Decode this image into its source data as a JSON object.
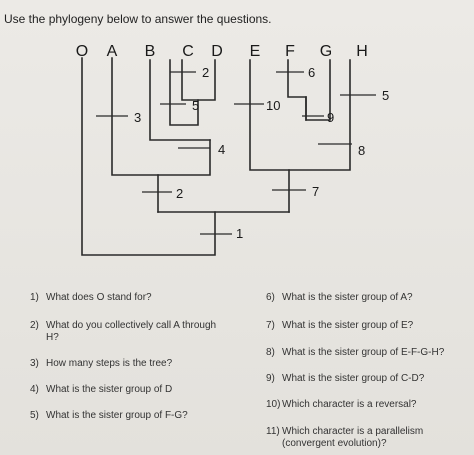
{
  "instruction": "Use the phylogeny below to answer the questions.",
  "taxa": [
    "O",
    "A",
    "B",
    "C",
    "D",
    "E",
    "F",
    "G",
    "H"
  ],
  "characters": [
    "1",
    "2",
    "3",
    "4",
    "5",
    "2",
    "6",
    "10",
    "9",
    "5",
    "8",
    "7"
  ],
  "questions_left": [
    {
      "num": "1)",
      "text": "What does O stand for?"
    },
    {
      "num": "2)",
      "text": "What do you collectively call A through",
      "cont": "H?"
    },
    {
      "num": "3)",
      "text": "How many steps is the tree?"
    },
    {
      "num": "4)",
      "text": "What is the sister group of D"
    },
    {
      "num": "5)",
      "text": "What is the sister group of F-G?"
    }
  ],
  "questions_right": [
    {
      "num": "6)",
      "text": "What is the sister group of A?"
    },
    {
      "num": "7)",
      "text": "What is the sister group of E?"
    },
    {
      "num": "8)",
      "text": "What is the sister group of E-F-G-H?"
    },
    {
      "num": "9)",
      "text": "What is the sister group of C-D?"
    },
    {
      "num": "10)",
      "text": "Which character is a reversal?"
    },
    {
      "num": "11)",
      "text": "Which character is a parallelism",
      "cont": "(convergent evolution)?"
    }
  ]
}
